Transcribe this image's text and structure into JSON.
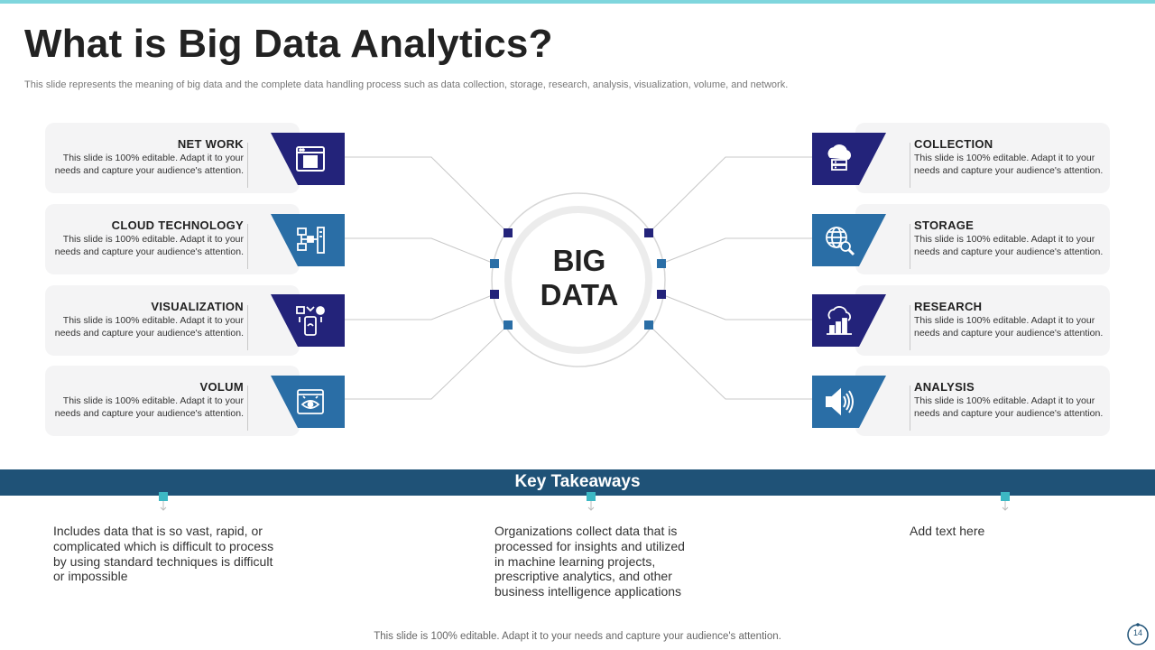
{
  "slide": {
    "title": "What is Big Data Analytics?",
    "subtitle": "This slide represents the meaning of big data and the complete data handling process such as data collection, storage, research, analysis, visualization, volume, and network."
  },
  "center": {
    "line1": "BIG",
    "line2": "DATA"
  },
  "left_items": [
    {
      "heading": "NET WORK",
      "desc": "This slide is 100% editable.  Adapt it to your needs and capture your audience's attention.",
      "icon": "browser-window-icon"
    },
    {
      "heading": "CLOUD TECHNOLOGY",
      "desc": "This slide is 100% editable.  Adapt it to your needs and capture your audience's attention.",
      "icon": "network-server-icon"
    },
    {
      "heading": "VISUALIZATION",
      "desc": "This slide is 100% editable.  Adapt it to your needs and capture your audience's attention.",
      "icon": "mobile-charts-icon"
    },
    {
      "heading": "VOLUM",
      "desc": "This slide is 100% editable.  Adapt it to your needs and capture your audience's attention.",
      "icon": "data-eye-icon"
    }
  ],
  "right_items": [
    {
      "heading": "COLLECTION",
      "desc": "This slide is 100% editable.  Adapt it to your needs and capture your audience's attention.",
      "icon": "cloud-database-icon"
    },
    {
      "heading": "STORAGE",
      "desc": "This slide is 100% editable.  Adapt it to your needs and capture your audience's attention.",
      "icon": "globe-search-icon"
    },
    {
      "heading": "RESEARCH",
      "desc": "This slide is 100% editable.  Adapt it to your needs and capture your audience's attention.",
      "icon": "cloud-bar-chart-icon"
    },
    {
      "heading": "ANALYSIS",
      "desc": "This slide is 100% editable.  Adapt it to your needs and capture your audience's attention.",
      "icon": "speaker-icon"
    }
  ],
  "takeaways": {
    "title": "Key Takeaways",
    "items": [
      "Includes data that is so vast, rapid, or complicated which is difficult to process by using standard techniques is difficult or impossible",
      "Organizations collect data that is processed for insights and utilized in machine learning projects, prescriptive analytics, and other business intelligence applications",
      "Add text here"
    ]
  },
  "footer": "This slide is 100% editable. Adapt it to your needs and capture your audience's attention.",
  "page_number": "14",
  "colors": {
    "navy": "#23237a",
    "blue": "#2a6ea6",
    "bar": "#1f5277",
    "accent": "#7fd6dd",
    "card": "#f4f4f5"
  }
}
